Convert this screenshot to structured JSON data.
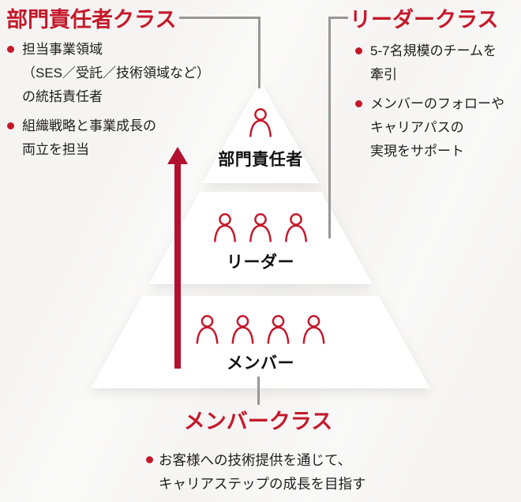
{
  "colors": {
    "background": "#f5f4f3",
    "brand_red": "#c4192b",
    "arrow_red": "#b2112e",
    "line_gray": "#979797",
    "text": "#1e1e1e",
    "tier_fill": "#ffffff"
  },
  "blocks": {
    "manager": {
      "heading": "部門責任者クラス",
      "items": [
        "担当事業領域\n（SES／受託／技術領域など）\nの統括責任者",
        "組織戦略と事業成長の\n両立を担当"
      ]
    },
    "leader": {
      "heading": "リーダークラス",
      "items": [
        "5-7名規模のチームを\n牽引",
        "メンバーのフォローや\nキャリアパスの\n実現をサポート"
      ]
    },
    "member": {
      "heading": "メンバークラス",
      "items": [
        "お客様への技術提供を通じて、\nキャリアステップの成長を目指す"
      ]
    }
  },
  "pyramid": {
    "tiers": [
      {
        "label": "部門責任者",
        "people": 1
      },
      {
        "label": "リーダー",
        "people": 3
      },
      {
        "label": "メンバー",
        "people": 4
      }
    ]
  },
  "icons": {
    "person": "person-icon",
    "arrow": "growth-arrow-up"
  }
}
